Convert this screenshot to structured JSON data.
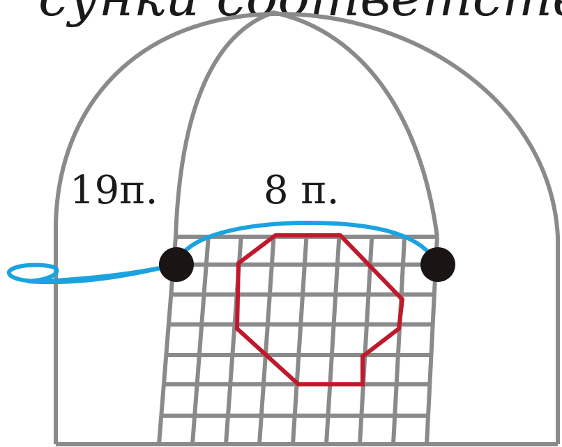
{
  "heading_fragment": "сунки соответствую",
  "labels": {
    "left_section": "19п.",
    "middle_section": "8 п."
  },
  "colors": {
    "outline": "#8a8a8a",
    "grid": "#8a8a8a",
    "thread_blue": "#1aa3e0",
    "motif_red": "#c0192b",
    "dot": "#1a1414",
    "text": "#1a1a1a"
  }
}
